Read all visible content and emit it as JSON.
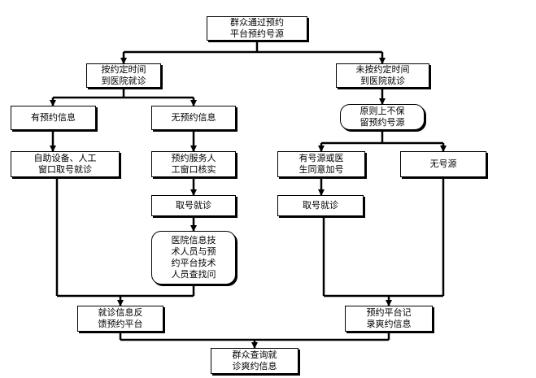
{
  "nodes": {
    "start": "群众通过预约\n平台预约号源",
    "on_time": "按约定时间\n到医院就诊",
    "not_on_time": "未按约定时间\n到医院就诊",
    "has_info": "有预约信息",
    "no_info": "无预约信息",
    "no_keep": "原则上不保\n留预约号源",
    "self_service": "自助设备、人工\n窗口取号就诊",
    "service_check": "预约服务人\n工窗口核实",
    "has_source": "有号源或医\n生同意加号",
    "no_source": "无号源",
    "get_number_1": "取号就诊",
    "get_number_2": "取号就诊",
    "it_check": "医院信息技\n术人员与预\n约平台技术\n人员查找问",
    "feedback": "就诊信息反\n馈预约平台",
    "record": "预约平台记\n录爽约信息",
    "query": "群众查询就\n诊爽约信息"
  }
}
